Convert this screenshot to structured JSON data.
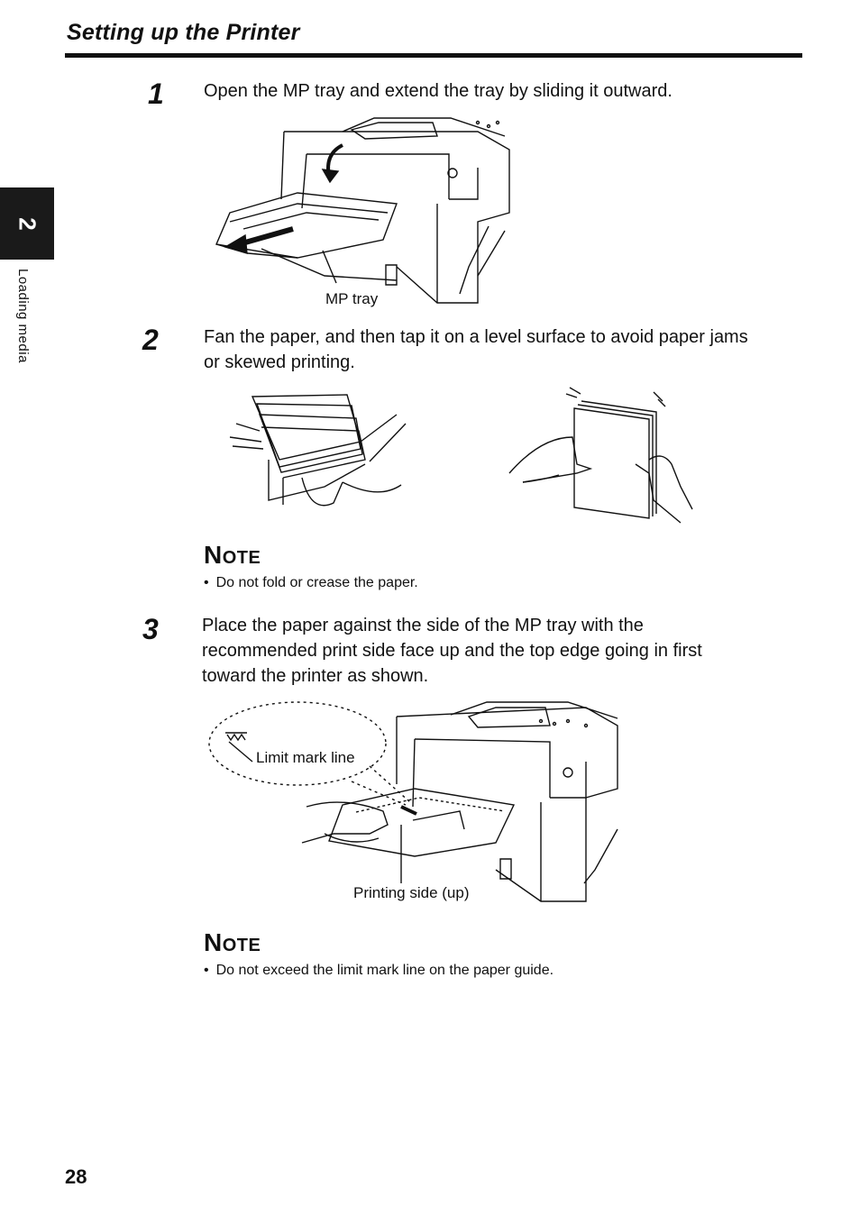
{
  "header": {
    "title": "Setting up the Printer"
  },
  "chapter": {
    "number": "2",
    "label": "Loading media"
  },
  "steps": [
    {
      "number": "1",
      "text": "Open the MP tray and extend the tray by sliding it outward."
    },
    {
      "number": "2",
      "text_line1": "Fan the paper, and then tap it on a level surface to avoid paper jams",
      "text_line2": "or skewed printing."
    },
    {
      "number": "3",
      "text_line1": "Place the paper against the side of the MP tray with the",
      "text_line2": "recommended print side face up and the top edge going in first",
      "text_line3": "toward the printer as shown."
    }
  ],
  "figures": {
    "fig1_label": "MP tray",
    "fig3_limit_label": "Limit mark line",
    "fig3_side_label": "Printing side (up)"
  },
  "notes": [
    {
      "title": "Note",
      "text": "Do not fold or crease the paper."
    },
    {
      "title": "Note",
      "text": "Do not exceed the limit mark line on the paper guide."
    }
  ],
  "page": {
    "number": "28"
  }
}
